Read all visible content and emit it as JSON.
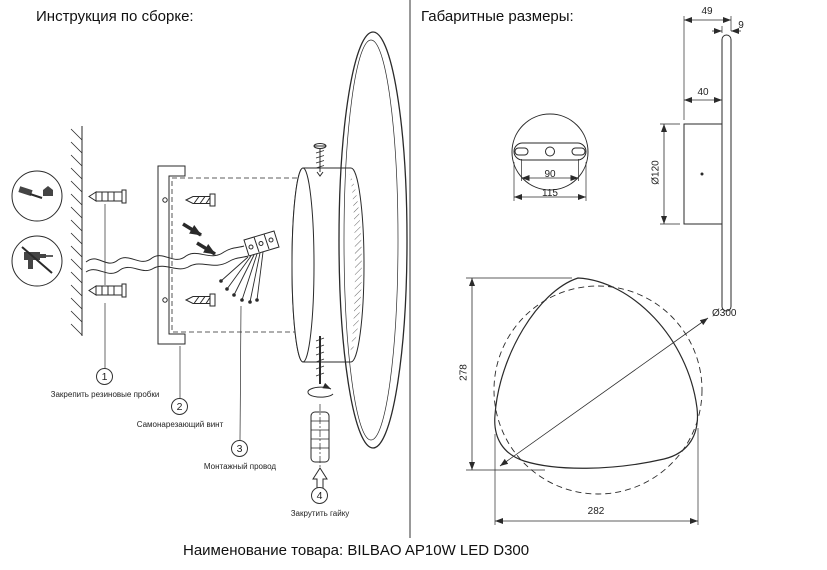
{
  "assembly": {
    "title": "Инструкция по сборке:",
    "steps": [
      {
        "num": "1",
        "label": "Закрепить резиновые пробки"
      },
      {
        "num": "2",
        "label": "Самонарезающий винт"
      },
      {
        "num": "3",
        "label": "Монтажный провод"
      },
      {
        "num": "4",
        "label": "Закрутить гайку"
      }
    ]
  },
  "dimensions": {
    "title": "Габаритные размеры:",
    "depth_total": "49",
    "panel_thickness": "9",
    "base_depth": "40",
    "base_diameter": "Ø120",
    "hole_spacing": "90",
    "bracket_width": "115",
    "lamp_diameter": "Ø300",
    "lamp_height": "278",
    "lamp_width": "282"
  },
  "footer": {
    "product_label": "Наименование товара: BILBAO AP10W LED D300"
  },
  "colors": {
    "line": "#2a2a2a",
    "background": "#ffffff"
  }
}
